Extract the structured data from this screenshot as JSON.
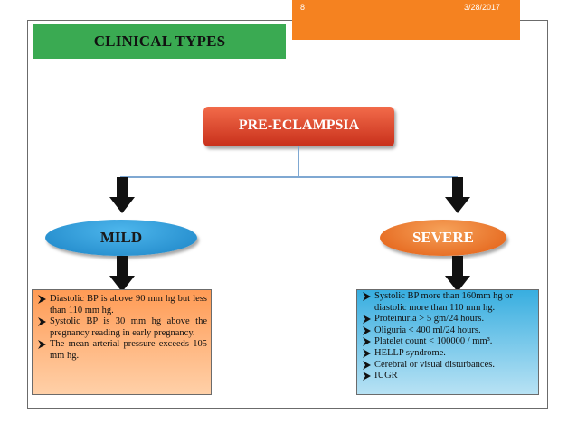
{
  "slide": {
    "number": "8",
    "date": "3/28/2017"
  },
  "title": "CLINICAL TYPES",
  "root": "PRE-ECLAMPSIA",
  "colors": {
    "orange_bar": "#f58220",
    "title_green": "#3aaa52",
    "root_red": "#d9381e",
    "mild_blue": "#1f8ad0",
    "severe_orange": "#ee6c1c"
  },
  "icons": {
    "arrow": "down-arrow-icon",
    "bullet": "arrow-bullet-icon"
  },
  "mild": {
    "label": "MILD",
    "items": [
      "Diastolic BP is above 90 mm hg but less than 110 mm hg.",
      "Systolic BP is 30 mm hg above the pregnancy reading in early pregnancy.",
      "The mean arterial pressure exceeds 105 mm hg."
    ]
  },
  "severe": {
    "label": "SEVERE",
    "items": [
      "Systolic BP more than 160mm hg or diastolic more than 110 mm hg.",
      "Proteinuria > 5 gm/24 hours.",
      "Oliguria < 400 ml/24 hours.",
      "Platelet count < 100000 / mm³.",
      "HELLP syndrome.",
      "Cerebral or visual disturbances.",
      "IUGR"
    ]
  }
}
